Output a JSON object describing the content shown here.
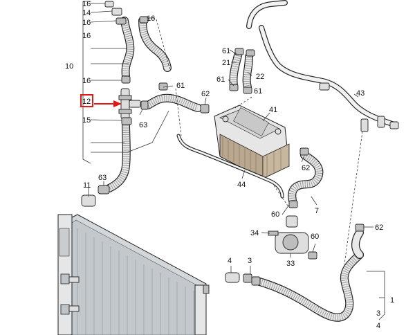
{
  "callouts": [
    {
      "id": "c16a",
      "text": "16"
    },
    {
      "id": "c14",
      "text": "14"
    },
    {
      "id": "c16b",
      "text": "16"
    },
    {
      "id": "c16c",
      "text": "16"
    },
    {
      "id": "c16d",
      "text": "16"
    },
    {
      "id": "c10",
      "text": "10"
    },
    {
      "id": "c16e",
      "text": "16"
    },
    {
      "id": "c61a",
      "text": "61"
    },
    {
      "id": "c62a",
      "text": "62"
    },
    {
      "id": "c12",
      "text": "12"
    },
    {
      "id": "c63a",
      "text": "63"
    },
    {
      "id": "c15",
      "text": "15"
    },
    {
      "id": "c61b",
      "text": "61"
    },
    {
      "id": "c21",
      "text": "21"
    },
    {
      "id": "c22",
      "text": "22"
    },
    {
      "id": "c61c",
      "text": "61"
    },
    {
      "id": "c61d",
      "text": "61"
    },
    {
      "id": "c43",
      "text": "43"
    },
    {
      "id": "c41",
      "text": "41"
    },
    {
      "id": "c62b",
      "text": "62"
    },
    {
      "id": "c44",
      "text": "44"
    },
    {
      "id": "c11",
      "text": "11"
    },
    {
      "id": "c63b",
      "text": "63"
    },
    {
      "id": "c60a",
      "text": "60"
    },
    {
      "id": "c7",
      "text": "7"
    },
    {
      "id": "c62c",
      "text": "62"
    },
    {
      "id": "c34",
      "text": "34"
    },
    {
      "id": "c60b",
      "text": "60"
    },
    {
      "id": "c33",
      "text": "33"
    },
    {
      "id": "c4a",
      "text": "4"
    },
    {
      "id": "c3a",
      "text": "3"
    },
    {
      "id": "c1",
      "text": "1"
    },
    {
      "id": "c3b",
      "text": "3"
    },
    {
      "id": "c4b",
      "text": "4"
    }
  ],
  "highlight": {
    "callout": "12",
    "box_color": "#e01818",
    "arrow_color": "#e01818"
  },
  "colors": {
    "line": "#222222",
    "part_fill": "#dedede",
    "radiator_fill": "#cfd3d6"
  }
}
